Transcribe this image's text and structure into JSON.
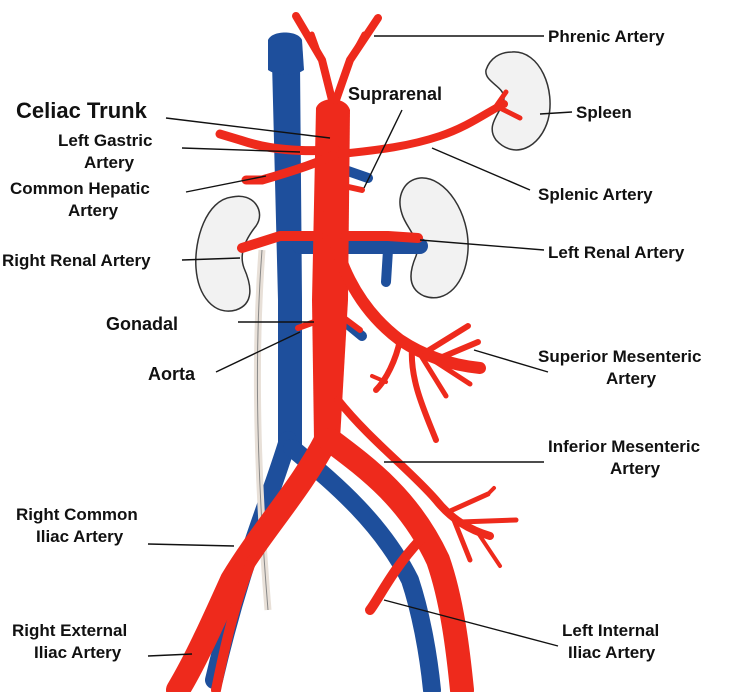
{
  "labels": {
    "phrenic": "Phrenic Artery",
    "suprarenal": "Suprarenal",
    "spleen": "Spleen",
    "celiac": "Celiac Trunk",
    "left_gastric_1": "Left Gastric",
    "left_gastric_2": "Artery",
    "common_hepatic_1": "Common Hepatic",
    "common_hepatic_2": "Artery",
    "splenic": "Splenic Artery",
    "right_renal": "Right Renal Artery",
    "left_renal": "Left Renal Artery",
    "gonadal": "Gonadal",
    "aorta": "Aorta",
    "sup_mesenteric_1": "Superior Mesenteric",
    "sup_mesenteric_2": "Artery",
    "inf_mesenteric_1": "Inferior Mesenteric",
    "inf_mesenteric_2": "Artery",
    "right_common_iliac_1": "Right Common",
    "right_common_iliac_2": "Iliac Artery",
    "right_external_iliac_1": "Right External",
    "right_external_iliac_2": "Iliac Artery",
    "left_internal_iliac_1": "Left Internal",
    "left_internal_iliac_2": "Iliac Artery"
  },
  "colors": {
    "artery": "#ee2a1c",
    "vein": "#1e4f9c",
    "organ": "#f2f2f2",
    "text": "#111111"
  }
}
